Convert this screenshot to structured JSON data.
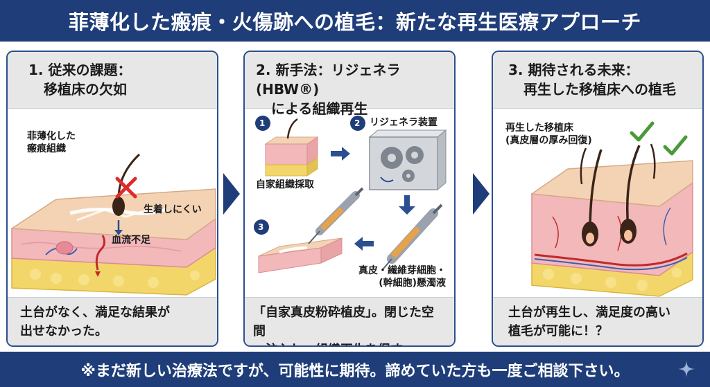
{
  "header": {
    "title": "菲薄化した瘢痕・火傷跡への植毛：新たな再生医療アプローチ"
  },
  "panels": [
    {
      "title_line1": "1. 従来の課題：",
      "title_line2": "移植床の欠如",
      "labels": {
        "tissue_line1": "菲薄化した",
        "tissue_line2": "瘢痕組織",
        "no_take": "生着しにくい",
        "blood_flow": "血流不足"
      },
      "footer_line1": "土台がなく、満足な結果が",
      "footer_line2": "出せなかった。"
    },
    {
      "title_line1": "2. 新手法：リジェネラ(HBW®)",
      "title_line2": "による組織再生",
      "labels": {
        "step1": "1",
        "step2": "2",
        "step3": "3",
        "device": "リジェネラ装置",
        "harvest": "自家組織採取",
        "suspension_line1": "真皮・繊維芽細胞・",
        "suspension_line2": "(幹細胞)懸濁液"
      },
      "footer_line1": "「自家真皮粉砕植皮」。閉じた空間",
      "footer_line2": "へ注入し、組織再生を促す。"
    },
    {
      "title_line1": "3. 期待される未来：",
      "title_line2": "再生した移植床への植毛",
      "labels": {
        "regen_line1": "再生した移植床",
        "regen_line2": "(真皮層の厚み回復)"
      },
      "footer_line1": "土台が再生し、満足度の高い",
      "footer_line2": "植毛が可能に！？"
    }
  ],
  "footer": {
    "note": "※まだ新しい治療法ですが、可能性に期待。諦めていた方も一度ご相談下さい。"
  },
  "colors": {
    "navy": "#1f3d79",
    "panel_border": "#2b4f8f",
    "skin_top": "#f3d3b4",
    "dermis": "#f2b8ba",
    "fat": "#f3d66a",
    "cross": "#e02b2b",
    "check": "#4a9a3a"
  },
  "icons": {
    "panel_arrow": "chevron-right-icon",
    "cross": "cross-icon",
    "check": "check-icon",
    "gear": "gear-icon",
    "syringe": "syringe-icon",
    "sparkle": "sparkle-icon"
  }
}
